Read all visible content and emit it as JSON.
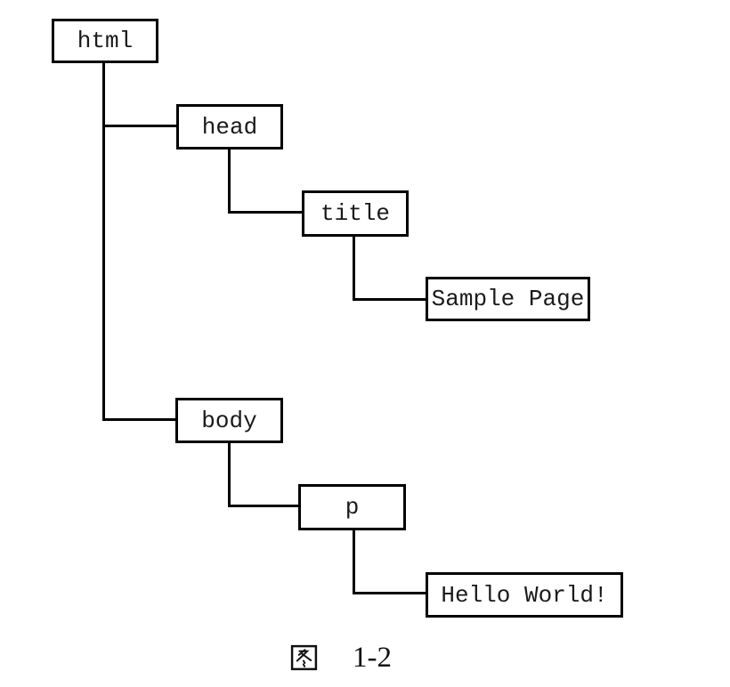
{
  "figure": {
    "colors": {
      "background": "#ffffff",
      "line": "#000000",
      "box_border": "#000000",
      "text": "#1a1a1a"
    },
    "caption": {
      "text": "图 1-2",
      "prefix": "图",
      "number": "1-2"
    },
    "tree": {
      "label": "html",
      "children": [
        {
          "label": "head",
          "children": [
            {
              "label": "title",
              "children": [
                {
                  "label": "Sample Page",
                  "children": []
                }
              ]
            }
          ]
        },
        {
          "label": "body",
          "children": [
            {
              "label": "p",
              "children": [
                {
                  "label": "Hello World!",
                  "children": []
                }
              ]
            }
          ]
        }
      ]
    }
  }
}
